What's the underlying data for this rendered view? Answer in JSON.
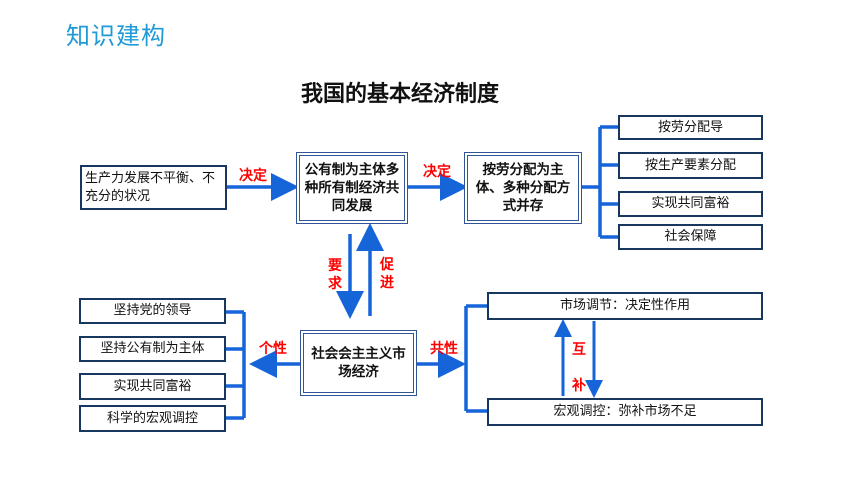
{
  "header": {
    "title": "知识建构"
  },
  "diagram": {
    "title": "我国的基本经济制度",
    "productivity": "生产力发展不平衡、不充分的状况",
    "ownership": "公有制为主体多种所有制经济共同发展",
    "distribution": "按劳分配为主体、多种分配方式并存",
    "distribution_items": [
      "按劳分配导",
      "按生产要素分配",
      "实现共同富裕",
      "社会保障"
    ],
    "market_economy": "社会会主主义市场经济",
    "individuality_items": [
      "坚持党的领导",
      "坚持公有制为主体",
      "实现共同富裕",
      "科学的宏观调控"
    ],
    "commonality_items": [
      "市场调节：决定性作用",
      "宏观调控：弥补市场不足"
    ],
    "labels": {
      "decide1": "决定",
      "decide2": "决定",
      "require": "要求",
      "promote": "促进",
      "individuality": "个性",
      "commonality": "共性",
      "mutual_1": "互",
      "mutual_2": "补"
    }
  }
}
